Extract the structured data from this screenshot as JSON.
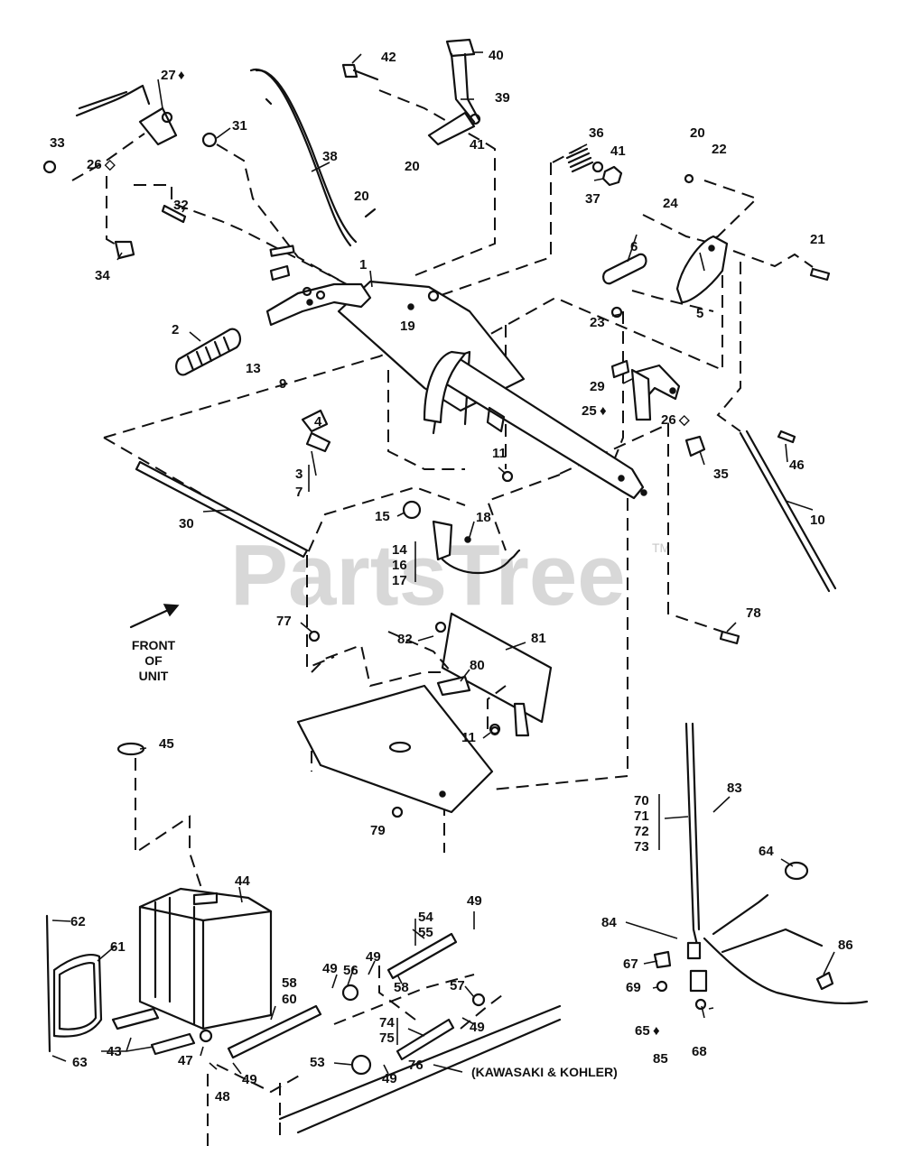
{
  "watermark": {
    "brand": "PartsTree",
    "trademark": "TM"
  },
  "notes": {
    "front_line1": "FRONT",
    "front_line2": "OF",
    "front_line3": "UNIT",
    "engine_variant": "(KAWASAKI & KOHLER)"
  },
  "callouts": {
    "c1": "1",
    "c2": "2",
    "c3": "3",
    "c4": "4",
    "c5": "5",
    "c6": "6",
    "c7": "7",
    "c9": "9",
    "c10": "10",
    "c11a": "11",
    "c11b": "11",
    "c13": "13",
    "c14": "14",
    "c15": "15",
    "c16": "16",
    "c17": "17",
    "c18": "18",
    "c19": "19",
    "c20a": "20",
    "c20b": "20",
    "c20c": "20",
    "c21": "21",
    "c22": "22",
    "c23": "23",
    "c24": "24",
    "c25": "25",
    "c26a": "26",
    "c26b": "26",
    "c27": "27",
    "c29": "29",
    "c30": "30",
    "c31": "31",
    "c32": "32",
    "c33": "33",
    "c34": "34",
    "c35": "35",
    "c36": "36",
    "c37": "37",
    "c38": "38",
    "c39": "39",
    "c40": "40",
    "c41a": "41",
    "c41b": "41",
    "c42": "42",
    "c43": "43",
    "c44": "44",
    "c45": "45",
    "c46": "46",
    "c47": "47",
    "c48": "48",
    "c49a": "49",
    "c49b": "49",
    "c49c": "49",
    "c49d": "49",
    "c49e": "49",
    "c49f": "49",
    "c53": "53",
    "c54": "54",
    "c55": "55",
    "c56": "56",
    "c57": "57",
    "c58a": "58",
    "c58b": "58",
    "c60": "60",
    "c61": "61",
    "c62": "62",
    "c63": "63",
    "c64": "64",
    "c65": "65",
    "c67": "67",
    "c68": "68",
    "c69": "69",
    "c70": "70",
    "c71": "71",
    "c72": "72",
    "c73": "73",
    "c74": "74",
    "c75": "75",
    "c76": "76",
    "c77": "77",
    "c78": "78",
    "c79": "79",
    "c80": "80",
    "c81": "81",
    "c82": "82",
    "c83": "83",
    "c84": "84",
    "c85": "85",
    "c86": "86"
  },
  "symbols": {
    "filled_diamond": "♦",
    "open_diamond": "◇"
  }
}
